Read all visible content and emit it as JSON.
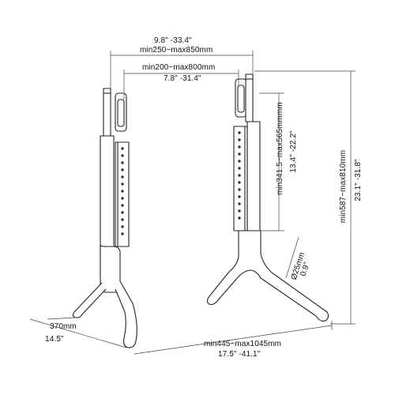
{
  "dimensions": {
    "top_width_in": "9.8\"  -33.4\"",
    "top_width_mm": "min250~max850mm",
    "inner_width_mm": "min200~max800mm",
    "inner_width_in": "7.8\"  -31.4\"",
    "bracket_height_mm": "min341.5~max565mmmm",
    "bracket_height_in": "13.4\"  -22.2\"",
    "total_height_mm": "min587~max810mm",
    "total_height_in": "23.1\"  -31.8\"",
    "tube_diameter_mm": "Ø25mm",
    "tube_diameter_in": "0.9\"",
    "depth_mm": "370mm",
    "depth_in": "14.5\"",
    "base_width_mm": "min445~max1045mm",
    "base_width_in": "17.5\"  -41.1\""
  }
}
